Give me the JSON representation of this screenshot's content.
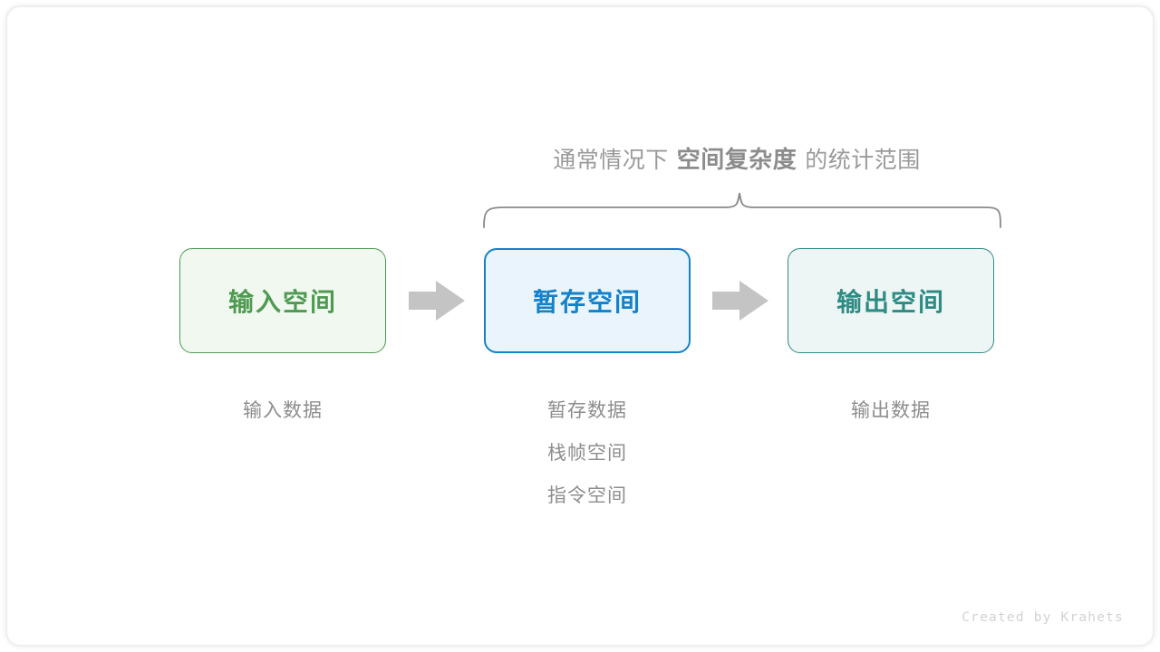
{
  "diagram": {
    "title": {
      "prefix": "通常情况下",
      "emphasis": "空间复杂度",
      "suffix": "的统计范围"
    },
    "brace": {
      "name": "curly-brace",
      "color": "#8a8a8a",
      "spans_boxes": [
        "暂存空间",
        "输出空间"
      ]
    },
    "boxes": [
      {
        "label": "输入空间",
        "border_color": "#4e9a51",
        "fill_color": "#f1f8f0",
        "text_color": "#4e9a51"
      },
      {
        "label": "暂存空间",
        "border_color": "#1481c8",
        "fill_color": "#e9f4fc",
        "text_color": "#1481c8"
      },
      {
        "label": "输出空间",
        "border_color": "#2e8b84",
        "fill_color": "#edf6f4",
        "text_color": "#2e8b84"
      }
    ],
    "arrows": [
      {
        "name": "arrow-input-to-temp",
        "color": "#c4c4c4"
      },
      {
        "name": "arrow-temp-to-output",
        "color": "#c4c4c4"
      }
    ],
    "captions": [
      {
        "lines": [
          "输入数据"
        ]
      },
      {
        "lines": [
          "暂存数据",
          "栈帧空间",
          "指令空间"
        ]
      },
      {
        "lines": [
          "输出数据"
        ]
      }
    ],
    "caption_color": "#8d8d8d",
    "watermark": "Created by Krahets"
  }
}
